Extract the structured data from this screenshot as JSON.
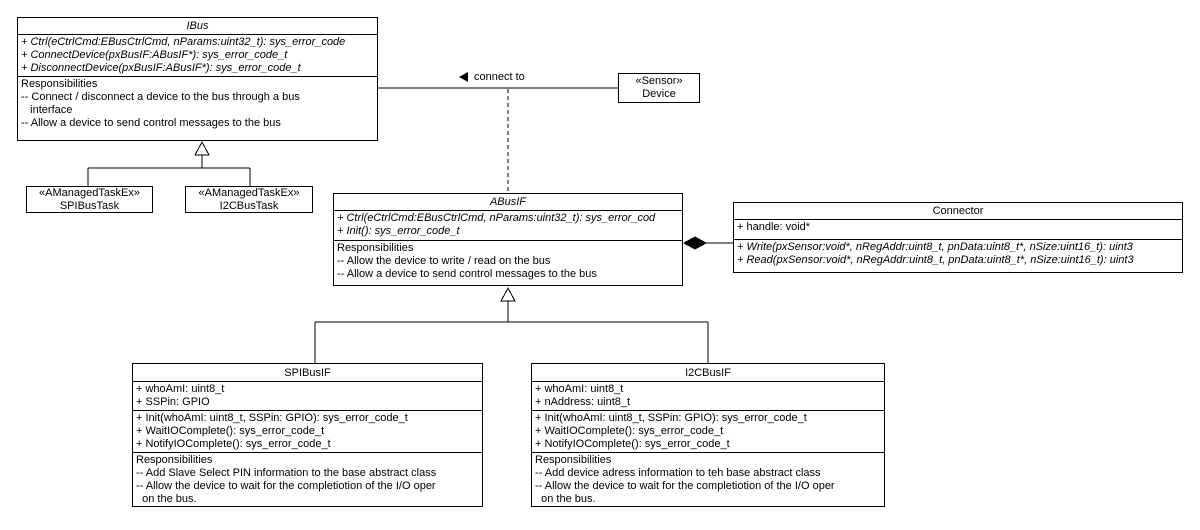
{
  "canvas": {
    "background": "#ffffff",
    "line_color": "#000000"
  },
  "edges": {
    "connect_to_label": "connect to"
  },
  "classes": {
    "ibus": {
      "name": "IBus",
      "methods": [
        "+ Ctrl(eCtrlCmd:EBusCtrlCmd, nParams:uint32_t): sys_error_code",
        "+ ConnectDevice(pxBusIF:ABusIF*): sys_error_code_t",
        "+ DisconnectDevice(pxBusIF:ABusIF*): sys_error_code_t"
      ],
      "resp_header": "Responsibilities",
      "resp": [
        "-- Connect / disconnect a device to the bus through a bus",
        "   interface",
        "-- Allow a device to send control messages to the bus"
      ]
    },
    "device": {
      "stereotype": "«Sensor»",
      "name": "Device"
    },
    "spibustask": {
      "stereotype": "«AManagedTaskEx»",
      "name": "SPIBusTask"
    },
    "i2cbustask": {
      "stereotype": "«AManagedTaskEx»",
      "name": "I2CBusTask"
    },
    "abusif": {
      "name": "ABusIF",
      "methods": [
        "+ Ctrl(eCtrlCmd:EBusCtrlCmd, nParams:uint32_t): sys_error_cod",
        "+ Init(): sys_error_code_t"
      ],
      "resp_header": "Responsibilities",
      "resp": [
        "-- Allow the device to write / read on the bus",
        "-- Allow a device to send control messages to the bus"
      ]
    },
    "connector": {
      "name": "Connector",
      "attributes": [
        "+ handle: void*"
      ],
      "methods": [
        "+ Write(pxSensor:void*, nRegAddr:uint8_t, pnData:uint8_t*, nSize:uint16_t): uint3",
        "+ Read(pxSensor:void*, nRegAddr:uint8_t, pnData:uint8_t*, nSize:uint16_t): uint3"
      ]
    },
    "spibusif": {
      "name": "SPIBusIF",
      "attributes": [
        "+ whoAmI: uint8_t",
        "+ SSPin: GPIO"
      ],
      "methods": [
        "+ Init(whoAmI: uint8_t, SSPin: GPIO): sys_error_code_t",
        "+ WaitIOComplete(): sys_error_code_t",
        "+ NotifyIOComplete(): sys_error_code_t"
      ],
      "resp_header": "Responsibilities",
      "resp": [
        "-- Add Slave Select PIN information to the base abstract class",
        "-- Allow the device to wait for the completiotion of the I/O oper",
        "  on the bus."
      ]
    },
    "i2cbusif": {
      "name": "I2CBusIF",
      "attributes": [
        "+ whoAmI: uint8_t",
        "+ nAddress: uint8_t"
      ],
      "methods": [
        "+ Init(whoAmI: uint8_t, SSPin: GPIO): sys_error_code_t",
        "+ WaitIOComplete(): sys_error_code_t",
        "+ NotifyIOComplete(): sys_error_code_t"
      ],
      "resp_header": "Responsibilities",
      "resp": [
        "-- Add device adress information to teh base abstract class",
        "-- Allow the device to wait for the completiotion of the I/O oper",
        "  on the bus."
      ]
    }
  }
}
